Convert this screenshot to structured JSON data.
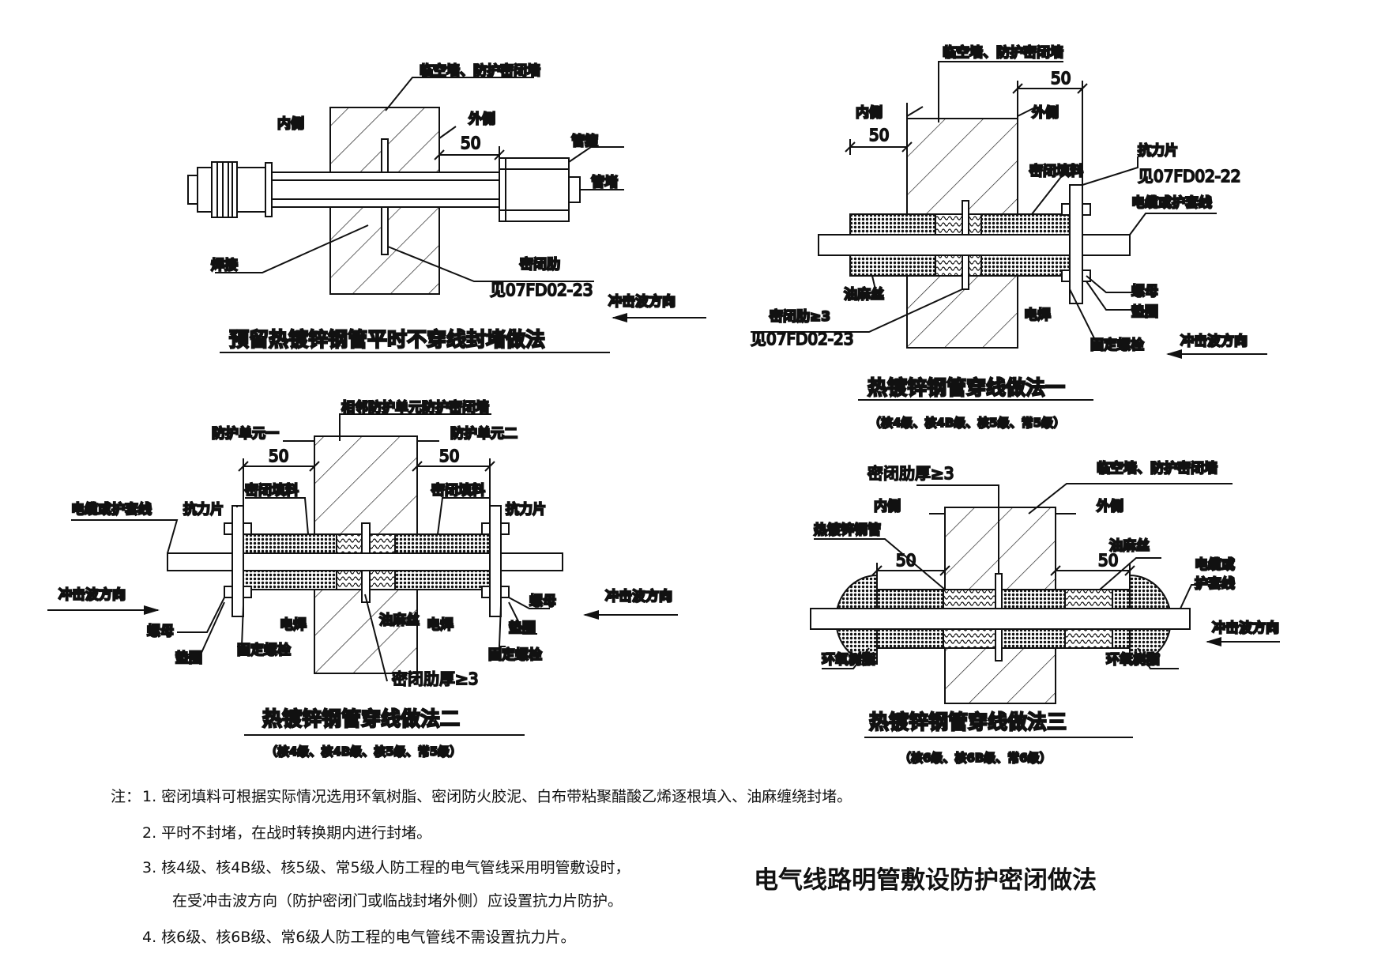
{
  "d1": {
    "wall": "临空墙、防护密闭墙",
    "inner": "内侧",
    "outer": "外侧",
    "dim": "50",
    "cap": "管箍",
    "plug": "管堵",
    "weld": "焊接",
    "rib": "密闭肋",
    "ref": "见07FD02-23",
    "wave": "冲击波方向",
    "title": "预留热镀锌钢管平时不穿线封堵做法"
  },
  "d2": {
    "wall": "临空墙、防护密闭墙",
    "dim_out": "50",
    "inner": "内侧",
    "outer": "外侧",
    "dim_in": "50",
    "plate": "抗力片",
    "plate_ref": "见07FD02-22",
    "filler": "密闭填料",
    "cable": "电缆或护套线",
    "hemp": "油麻丝",
    "nut": "螺母",
    "washer": "垫圈",
    "rib": "密闭肋≥3",
    "rib_ref": "见07FD02-23",
    "weld": "电焊",
    "bolt": "固定螺栓",
    "wave": "冲击波方向",
    "title": "热镀锌钢管穿线做法一",
    "sub": "（核4级、核4B级、核5级、常5级）"
  },
  "d3": {
    "wall": "相邻防护单元防护密闭墙",
    "unit1": "防护单元一",
    "unit2": "防护单元二",
    "dim1": "50",
    "dim2": "50",
    "filler1": "密闭填料",
    "filler2": "密闭填料",
    "cable": "电缆或护套线",
    "plate1": "抗力片",
    "plate2": "抗力片",
    "wave1": "冲击波方向",
    "wave2": "冲击波方向",
    "nut1": "螺母",
    "nut2": "螺母",
    "washer1": "垫圈",
    "washer2": "垫圈",
    "weld1": "电焊",
    "weld2": "电焊",
    "hemp": "油麻丝",
    "bolt1": "固定螺栓",
    "bolt2": "固定螺栓",
    "rib": "密闭肋厚≥3",
    "title": "热镀锌钢管穿线做法二",
    "sub": "（核4级、核4B级、核5级、常5级）"
  },
  "d4": {
    "rib": "密闭肋厚≥3",
    "wall": "临空墙、防护密闭墙",
    "inner": "内侧",
    "outer": "外侧",
    "pipe": "热镀锌钢管",
    "hemp": "油麻丝",
    "dim1": "50",
    "dim2": "50",
    "cable1": "电缆或",
    "cable2": "护套线",
    "wave": "冲击波方向",
    "epoxy1": "环氧树脂",
    "epoxy2": "环氧树脂",
    "title": "热镀锌钢管穿线做法三",
    "sub": "（核6级、核6B级、常6级）"
  },
  "notes": {
    "prefix": "注：",
    "n1": "1.  密闭填料可根据实际情况选用环氧树脂、密闭防火胶泥、白布带粘聚醋酸乙烯逐根填入、油麻缠绕封堵。",
    "n2": "2.  平时不封堵，在战时转换期内进行封堵。",
    "n3a": "3.  核4级、核4B级、核5级、常5级人防工程的电气管线采用明管敷设时，",
    "n3b": "在受冲击波方向（防护密闭门或临战封堵外侧）应设置抗力片防护。",
    "n4": "4.  核6级、核6B级、常6级人防工程的电气管线不需设置抗力片。"
  },
  "main_title": "电气线路明管敷设防护密闭做法"
}
